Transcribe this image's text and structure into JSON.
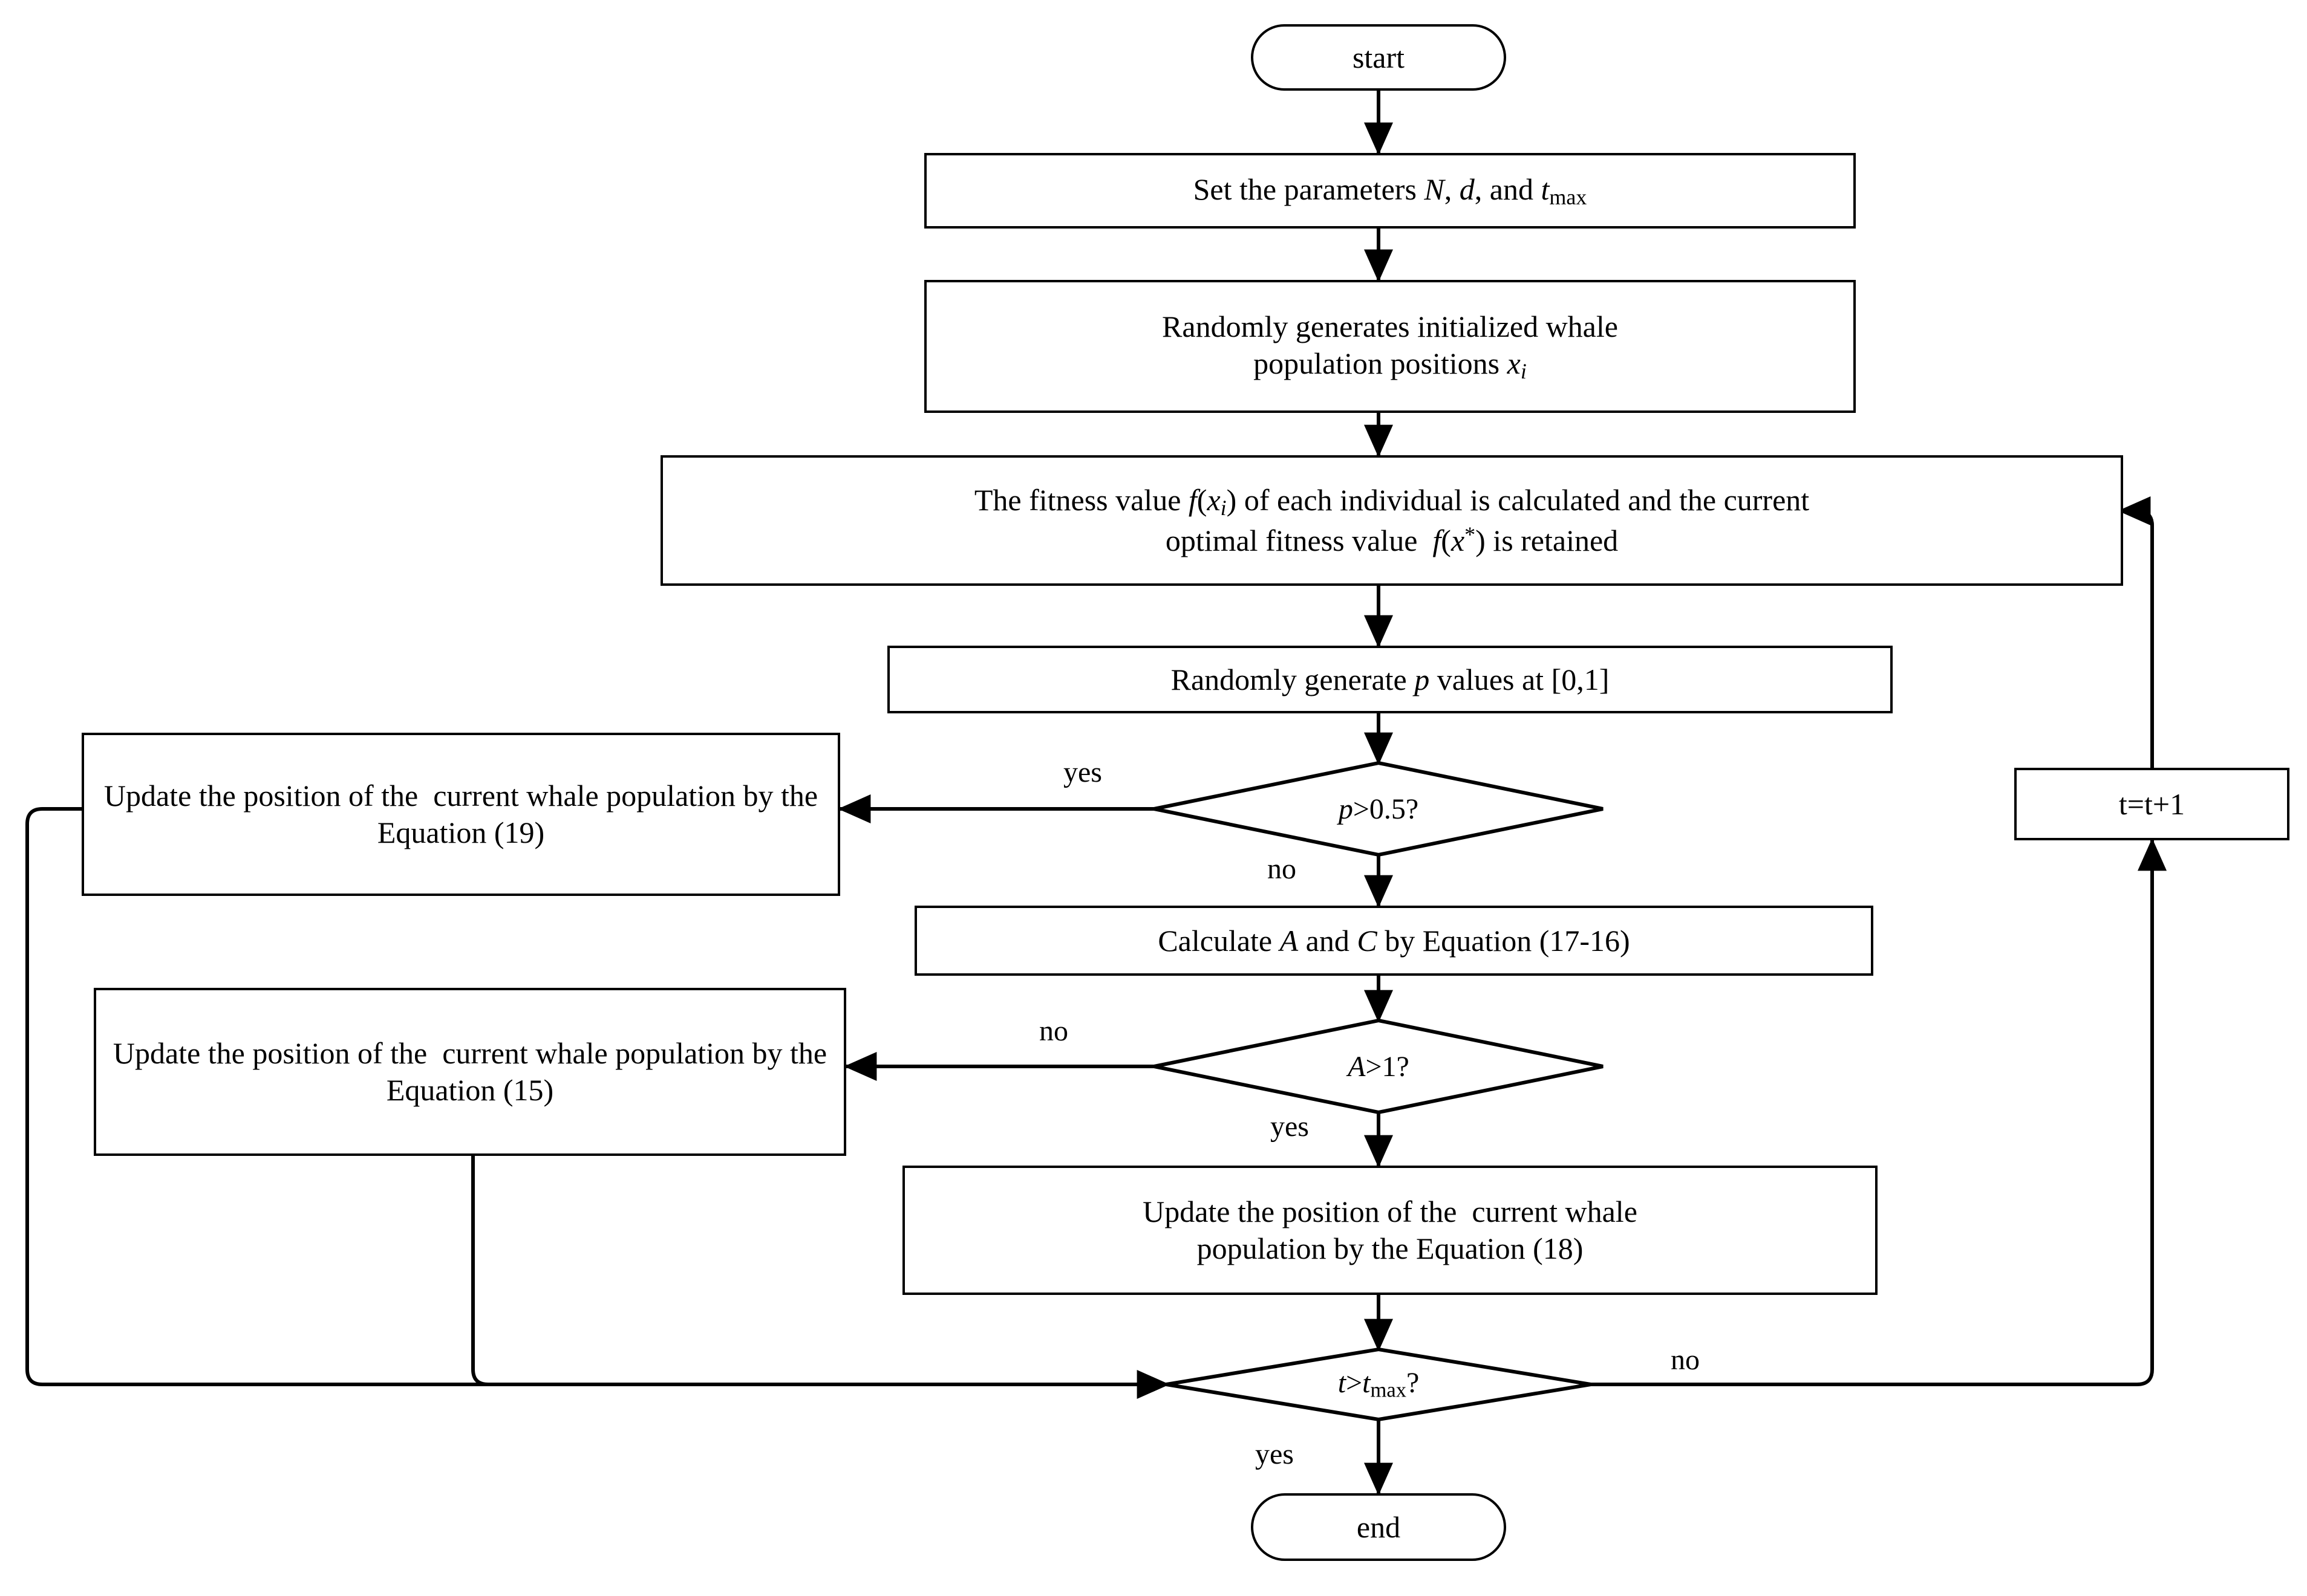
{
  "diagram": {
    "title": "Whale Optimization Algorithm flowchart",
    "stroke_color": "#000000",
    "fill_color": "#ffffff",
    "background": "#ffffff"
  },
  "nodes": {
    "start": {
      "label": "start",
      "shape": "terminator"
    },
    "set_parameters": {
      "label": "Set the parameters N, d, and tmax",
      "shape": "process"
    },
    "init_population": {
      "label": "Randomly generates initialized whale population positions xi",
      "shape": "process"
    },
    "fitness": {
      "label": "The fitness value f(xi) of each individual is calculated and the current optimal fitness value f(x*) is retained",
      "shape": "process"
    },
    "gen_p": {
      "label": "Randomly generate p values at [0,1]",
      "shape": "process"
    },
    "decision_p": {
      "label": "p>0.5?",
      "shape": "decision"
    },
    "update_eq19": {
      "label": "Update the position of the  current whale population by the Equation (19)",
      "shape": "process"
    },
    "calc_ac": {
      "label": "Calculate A and C by Equation (17-16)",
      "shape": "process"
    },
    "decision_a": {
      "label": "A>1?",
      "shape": "decision"
    },
    "update_eq15": {
      "label": "Update the position of the  current whale population by the Equation (15)",
      "shape": "process"
    },
    "update_eq18": {
      "label": "Update the position of the  current whale population by the Equation (18)",
      "shape": "process"
    },
    "decision_t": {
      "label": "t>tmax?",
      "shape": "decision"
    },
    "increment_t": {
      "label": "t=t+1",
      "shape": "process"
    },
    "end": {
      "label": "end",
      "shape": "terminator"
    }
  },
  "edge_labels": {
    "p_yes": "yes",
    "p_no": "no",
    "a_no": "no",
    "a_yes": "yes",
    "t_no": "no",
    "t_yes": "yes"
  }
}
